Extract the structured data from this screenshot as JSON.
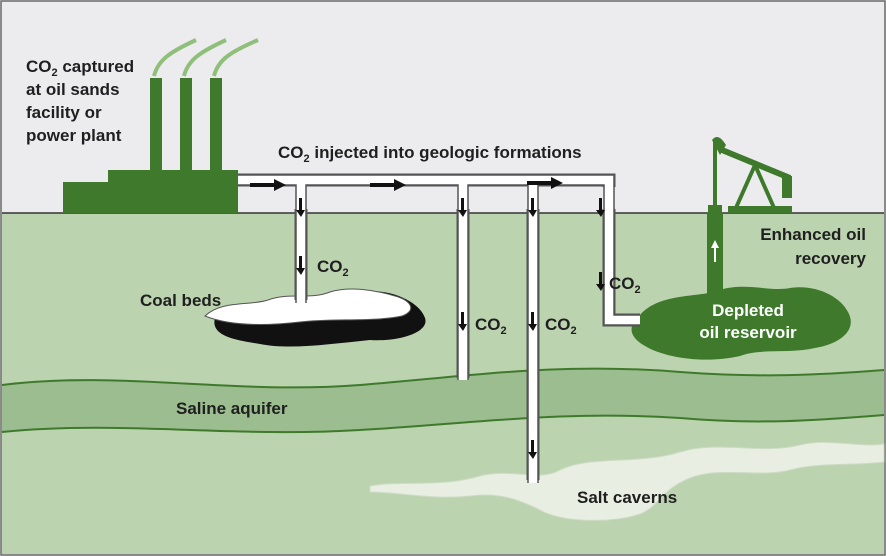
{
  "labels": {
    "source_line1_co": "CO",
    "source_line1_sub": "2",
    "source_line1_rest": " captured",
    "source_line2": "at oil sands",
    "source_line3": "facility or",
    "source_line4": "power plant",
    "pipeline_co": "CO",
    "pipeline_sub": "2",
    "pipeline_rest": " injected into geologic formations",
    "coal_beds": "Coal beds",
    "saline_aquifer": "Saline aquifer",
    "salt_caverns": "Salt caverns",
    "eor_line1": "Enhanced oil",
    "eor_line2": "recovery",
    "reservoir_line1": "Depleted",
    "reservoir_line2": "oil reservoir",
    "co2_main": "CO",
    "co2_sub": "2"
  },
  "colors": {
    "sky": "#ececef",
    "ground": "#bcd3b0",
    "aquifer_band": "#9cbd8f",
    "dark_green": "#3f7a2c",
    "white": "#ffffff",
    "black": "#111111",
    "outline": "#555555"
  },
  "icons": [
    "factory-icon",
    "smokestack-icon",
    "pumpjack-icon",
    "arrow-right-icon",
    "arrow-down-icon",
    "arrow-up-icon"
  ]
}
